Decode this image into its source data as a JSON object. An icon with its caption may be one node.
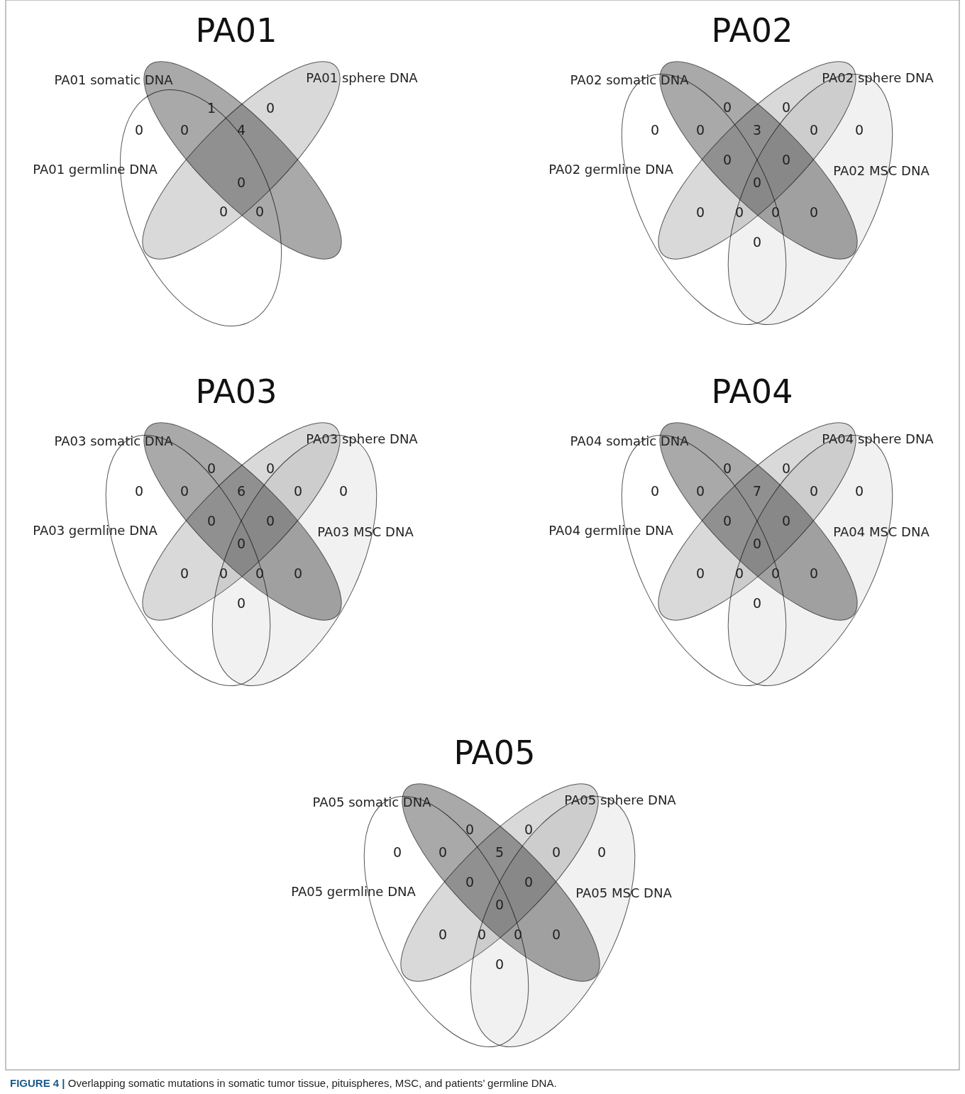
{
  "diagram": {
    "caption": "**FIGURE 4 |** Overlapping somatic mutations in somatic tumor tissue, pituispheres, MSC, and patients’ germline DNA.",
    "nodes": [
      {
        "text": [
          "PA01 somatic DNA"
        ]
      },
      {
        "text": [
          "PA01 sphere DNA"
        ]
      },
      {
        "text": [
          "PA01 germline DNA"
        ]
      },
      {
        "text": [
          "PA02 somatic DNA"
        ]
      },
      {
        "text": [
          "PA02 sphere DNA"
        ]
      },
      {
        "text": [
          "PA02 germline DNA"
        ]
      },
      {
        "text": [
          "PA02 MSC DNA"
        ]
      },
      {
        "text": [
          "PA03 somatic DNA"
        ]
      },
      {
        "text": [
          "PA03 sphere DNA"
        ]
      },
      {
        "text": [
          "PA03 germline DNA"
        ]
      },
      {
        "text": [
          "PA03 MSC DNA"
        ]
      },
      {
        "text": [
          "PA04 somatic DNA"
        ]
      },
      {
        "text": [
          "PA04 sphere DNA"
        ]
      },
      {
        "text": [
          "PA04 germline DNA"
        ]
      },
      {
        "text": [
          "PA04 MSC DNA"
        ]
      },
      {
        "text": [
          "PA05 somatic DNA"
        ]
      },
      {
        "text": [
          "PA05 sphere DNA"
        ]
      },
      {
        "text": [
          "PA05 germline DNA"
        ]
      },
      {
        "text": [
          "PA05 MSC DNA"
        ]
      }
    ],
    "edges": [],
    "labels": [
      "PA01",
      "1",
      "0",
      "0",
      "0",
      "4",
      "0",
      "0",
      "0",
      "PA02",
      "0",
      "0",
      "0",
      "0",
      "3",
      "0",
      "0",
      "0",
      "0",
      "0",
      "0",
      "0",
      "0",
      "0",
      "0",
      "PA03",
      "0",
      "0",
      "0",
      "0",
      "6",
      "0",
      "0",
      "0",
      "0",
      "0",
      "0",
      "0",
      "0",
      "0",
      "0",
      "PA04",
      "0",
      "0",
      "0",
      "0",
      "7",
      "0",
      "0",
      "0",
      "0",
      "0",
      "0",
      "0",
      "0",
      "0",
      "0",
      "PA05",
      "0",
      "0",
      "0",
      "0",
      "5",
      "0",
      "0",
      "0",
      "0",
      "0",
      "0",
      "0",
      "0",
      "0",
      "0"
    ]
  }
}
